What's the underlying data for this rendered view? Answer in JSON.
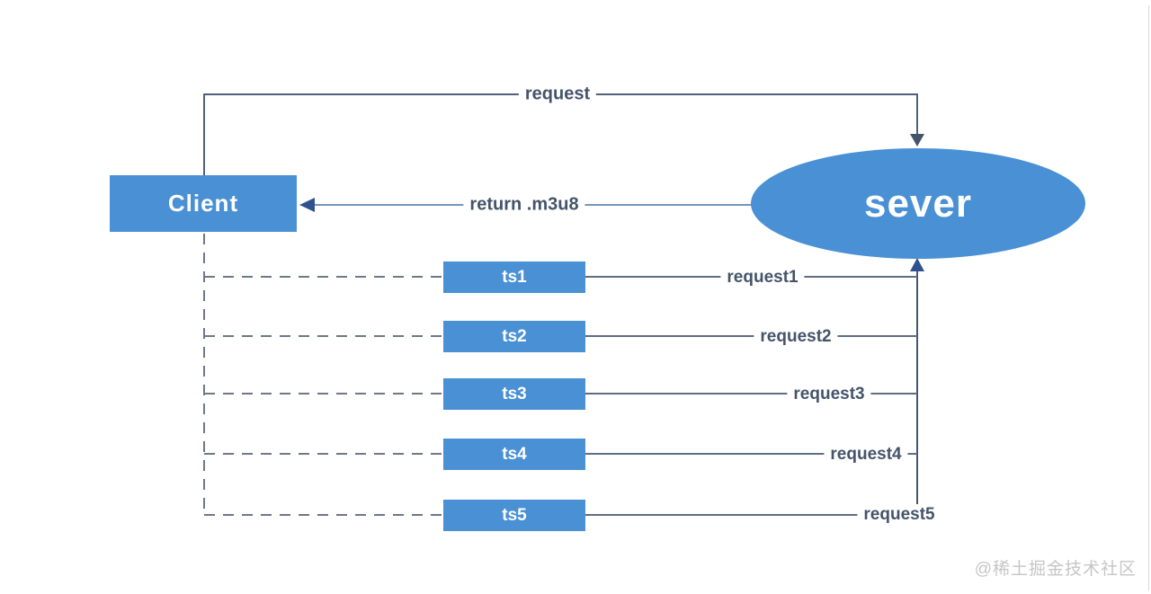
{
  "nodes": {
    "client": {
      "label": "Client"
    },
    "server": {
      "label": "sever"
    },
    "ts_boxes": [
      {
        "label": "ts1"
      },
      {
        "label": "ts2"
      },
      {
        "label": "ts3"
      },
      {
        "label": "ts4"
      },
      {
        "label": "ts5"
      }
    ]
  },
  "edges": {
    "request": {
      "label": "request",
      "from": "Client",
      "to": "sever"
    },
    "return_m3u8": {
      "label": "return .m3u8",
      "from": "sever",
      "to": "Client"
    },
    "ts_requests": [
      {
        "label": "request1"
      },
      {
        "label": "request2"
      },
      {
        "label": "request3"
      },
      {
        "label": "request4"
      },
      {
        "label": "request5"
      }
    ]
  },
  "watermark": {
    "text": "@稀土掘金技术社区"
  },
  "colors": {
    "node_blue": "#4a90d4",
    "request_line": "#50607a",
    "return_line": "#7a93b8",
    "ts_request_line": "#5d6d84",
    "right_vertical_line": "#47566e",
    "dashed_line": "#6d7888",
    "arrowhead": "#31518e",
    "label_text": "#44546a",
    "watermark_text": "#c6c6c6",
    "page_border": "#d9d9d9"
  }
}
